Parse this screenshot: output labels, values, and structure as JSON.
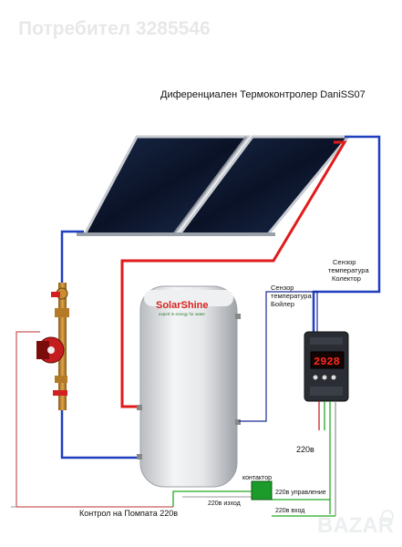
{
  "watermark": "Потребител 3285546",
  "title": "Диференциален Термоконтролер  DaniSS07",
  "tank_brand": "SolarShine",
  "tank_tagline": "expert in energy for water",
  "sensor_boiler": [
    "Сензор",
    "температура",
    "Бойлер"
  ],
  "sensor_collector": [
    "Сензор",
    "температура",
    "Колектор"
  ],
  "controller_display": "2928",
  "power_label": "220в",
  "contactor_label": "контактор",
  "out_label": "220в изход",
  "control_label": "220в управление",
  "in_label": "220в вход",
  "pump_label": "Контрол на Помпата 220в",
  "logo_text": "BAZAR"
}
